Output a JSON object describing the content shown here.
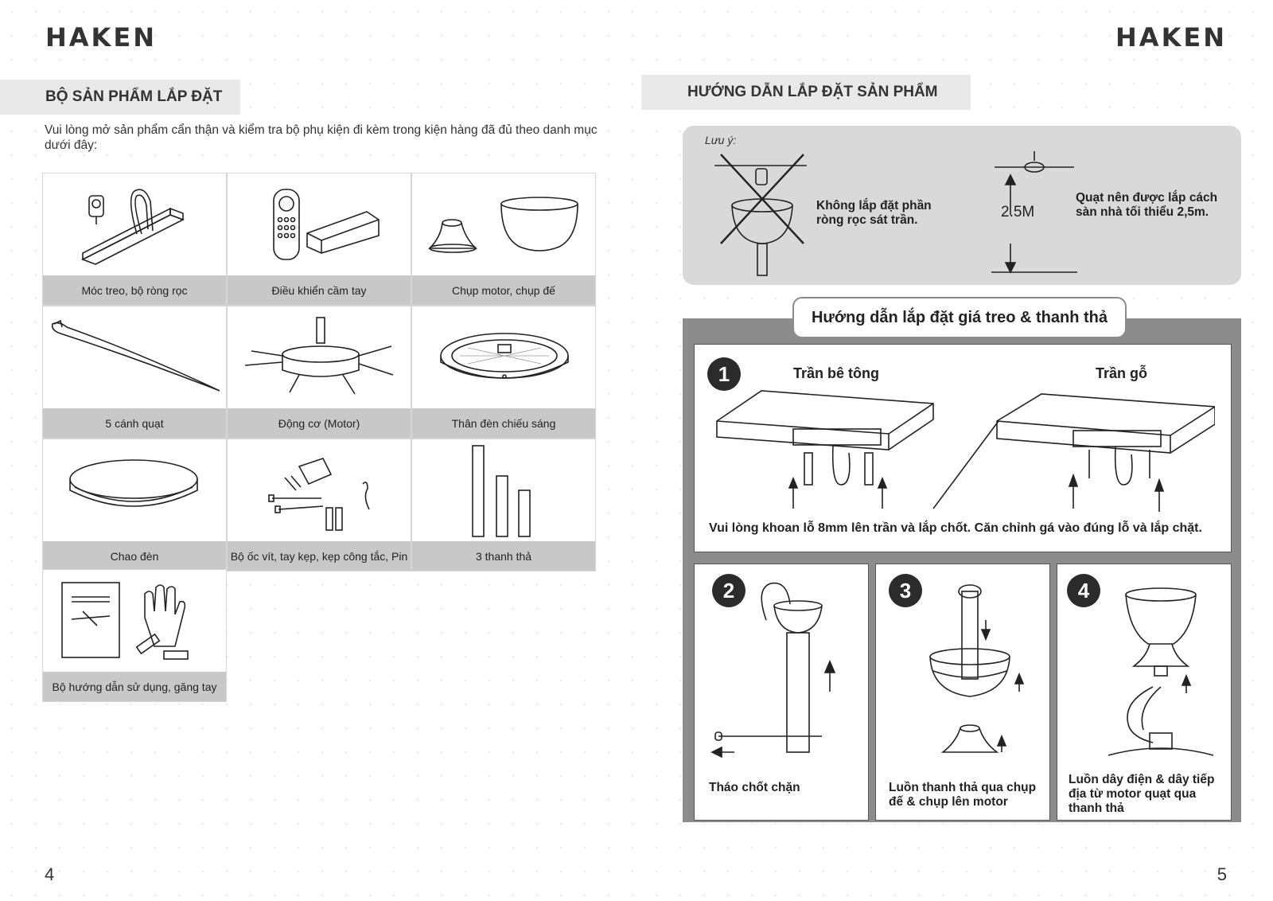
{
  "brand": {
    "logo_left": "HAKEN",
    "logo_right": "HAKEN"
  },
  "left_page": {
    "section_title": "BỘ SẢN PHẨM LẮP ĐẶT",
    "intro": "Vui lòng mở sản phẩm cẩn thận và kiểm tra bộ phụ kiện đi kèm trong kiện hàng đã đủ theo danh mục dưới đây:",
    "items": [
      {
        "caption": "Móc treo, bộ ròng rọc"
      },
      {
        "caption": "Điều khiển cầm tay"
      },
      {
        "caption": "Chụp motor, chụp đế"
      },
      {
        "caption": "5 cánh quạt"
      },
      {
        "caption": "Động cơ (Motor)"
      },
      {
        "caption": "Thân đèn chiếu sáng"
      },
      {
        "caption": "Chao đèn"
      },
      {
        "caption": "Bộ ốc vít, tay kẹp, kẹp công tắc, Pin"
      },
      {
        "caption": "3 thanh thả"
      },
      {
        "caption": "Bộ hướng dẫn sử dụng, găng tay"
      }
    ],
    "page_number": "4"
  },
  "right_page": {
    "section_title": "HƯỚNG DẪN LẮP ĐẶT SẢN PHẨM",
    "note": {
      "label": "Lưu ý:",
      "warning_text": "Không lắp đặt phần ròng rọc sát trần.",
      "height_value": "2.5M",
      "height_text": "Quạt nên được lắp cách sàn nhà tối thiểu 2,5m."
    },
    "install_title": "Hướng dẫn lắp đặt giá treo & thanh thả",
    "step1": {
      "number": "1",
      "concrete_label": "Trần bê tông",
      "wood_label": "Trần gỗ",
      "text": "Vui lòng khoan lỗ 8mm lên trần và lắp chốt. Căn chỉnh gá vào đúng lỗ và lắp chặt."
    },
    "step2": {
      "number": "2",
      "text": "Tháo chốt chặn"
    },
    "step3": {
      "number": "3",
      "text": "Luồn thanh thả qua chụp đế & chụp lên motor"
    },
    "step4": {
      "number": "4",
      "text": "Luồn dây điện & dây tiếp địa từ motor quạt qua thanh thả"
    },
    "page_number": "5"
  }
}
